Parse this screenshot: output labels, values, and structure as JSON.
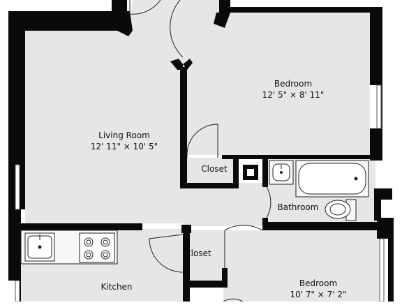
{
  "rooms": {
    "living": {
      "name": "Living Room",
      "dims": "12' 11\" × 10' 5\""
    },
    "bedroom_top": {
      "name": "Bedroom",
      "dims": "12' 5\" × 8' 11\""
    },
    "bedroom_bottom": {
      "name": "Bedroom",
      "dims": "10' 7\" × 7' 2\""
    },
    "bathroom": {
      "name": "Bathroom"
    },
    "kitchen": {
      "name": "Kitchen"
    },
    "closet_upper": {
      "name": "Closet"
    },
    "closet_lower": {
      "name": "Closet"
    }
  },
  "colors": {
    "wall": "#0a0a0a",
    "floor": "#e6e6e8",
    "fixture_stroke": "#222222",
    "fixture_fill": "#f7f7f7"
  },
  "fixtures": [
    "bathtub-icon",
    "toilet-icon",
    "bathroom-sink-icon",
    "kitchen-sink-icon",
    "stove-icon"
  ]
}
